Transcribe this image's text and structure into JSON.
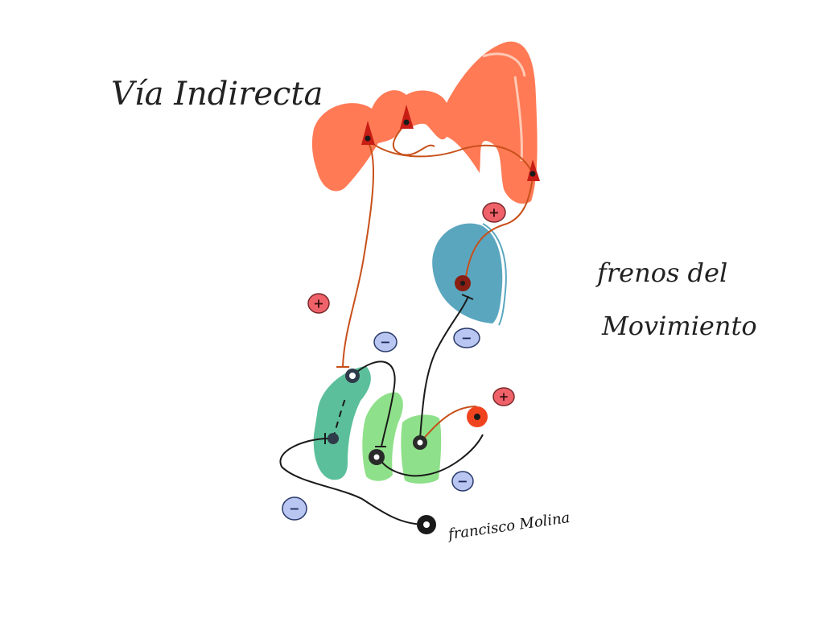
{
  "title": "Vía Indirecta",
  "side_label": {
    "line1": "frenos del",
    "line2": "Movimiento"
  },
  "signature": "francisco Molina",
  "signs": {
    "plus": "+",
    "minus": "−"
  },
  "colors": {
    "cortex": "#ff7a55",
    "thalamus": "#5aa6bf",
    "striatum": "#5cbf9c",
    "pallidum": "#8fe08a",
    "axon_excitatory": "#c8501a",
    "axon_inhibitory": "#1a1a1a",
    "plus_badge": "#f0626a",
    "minus_badge": "#b9c6f2"
  }
}
